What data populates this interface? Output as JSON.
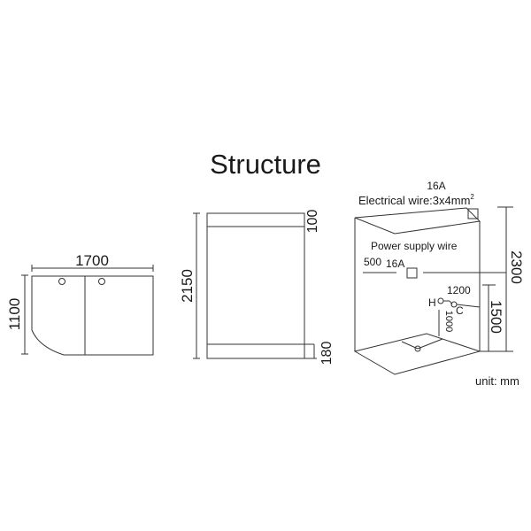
{
  "title": "Structure",
  "plan_view": {
    "width_label": "1700",
    "depth_label": "1100"
  },
  "front_view": {
    "height_label": "2150",
    "top_band_label": "100",
    "base_label": "180"
  },
  "installation_view": {
    "breaker_top": "16A",
    "electrical_wire": "Electrical wire:3x4mm",
    "electrical_wire_sup": "2",
    "power_supply_wire": "Power supply wire",
    "offset_label": "500",
    "breaker_mid": "16A",
    "hot_label": "H",
    "cold_label": "C",
    "tap_spacing": "1200",
    "tap_height": "1000",
    "total_height": "2300",
    "socket_height": "1500",
    "unit": "unit: mm"
  }
}
